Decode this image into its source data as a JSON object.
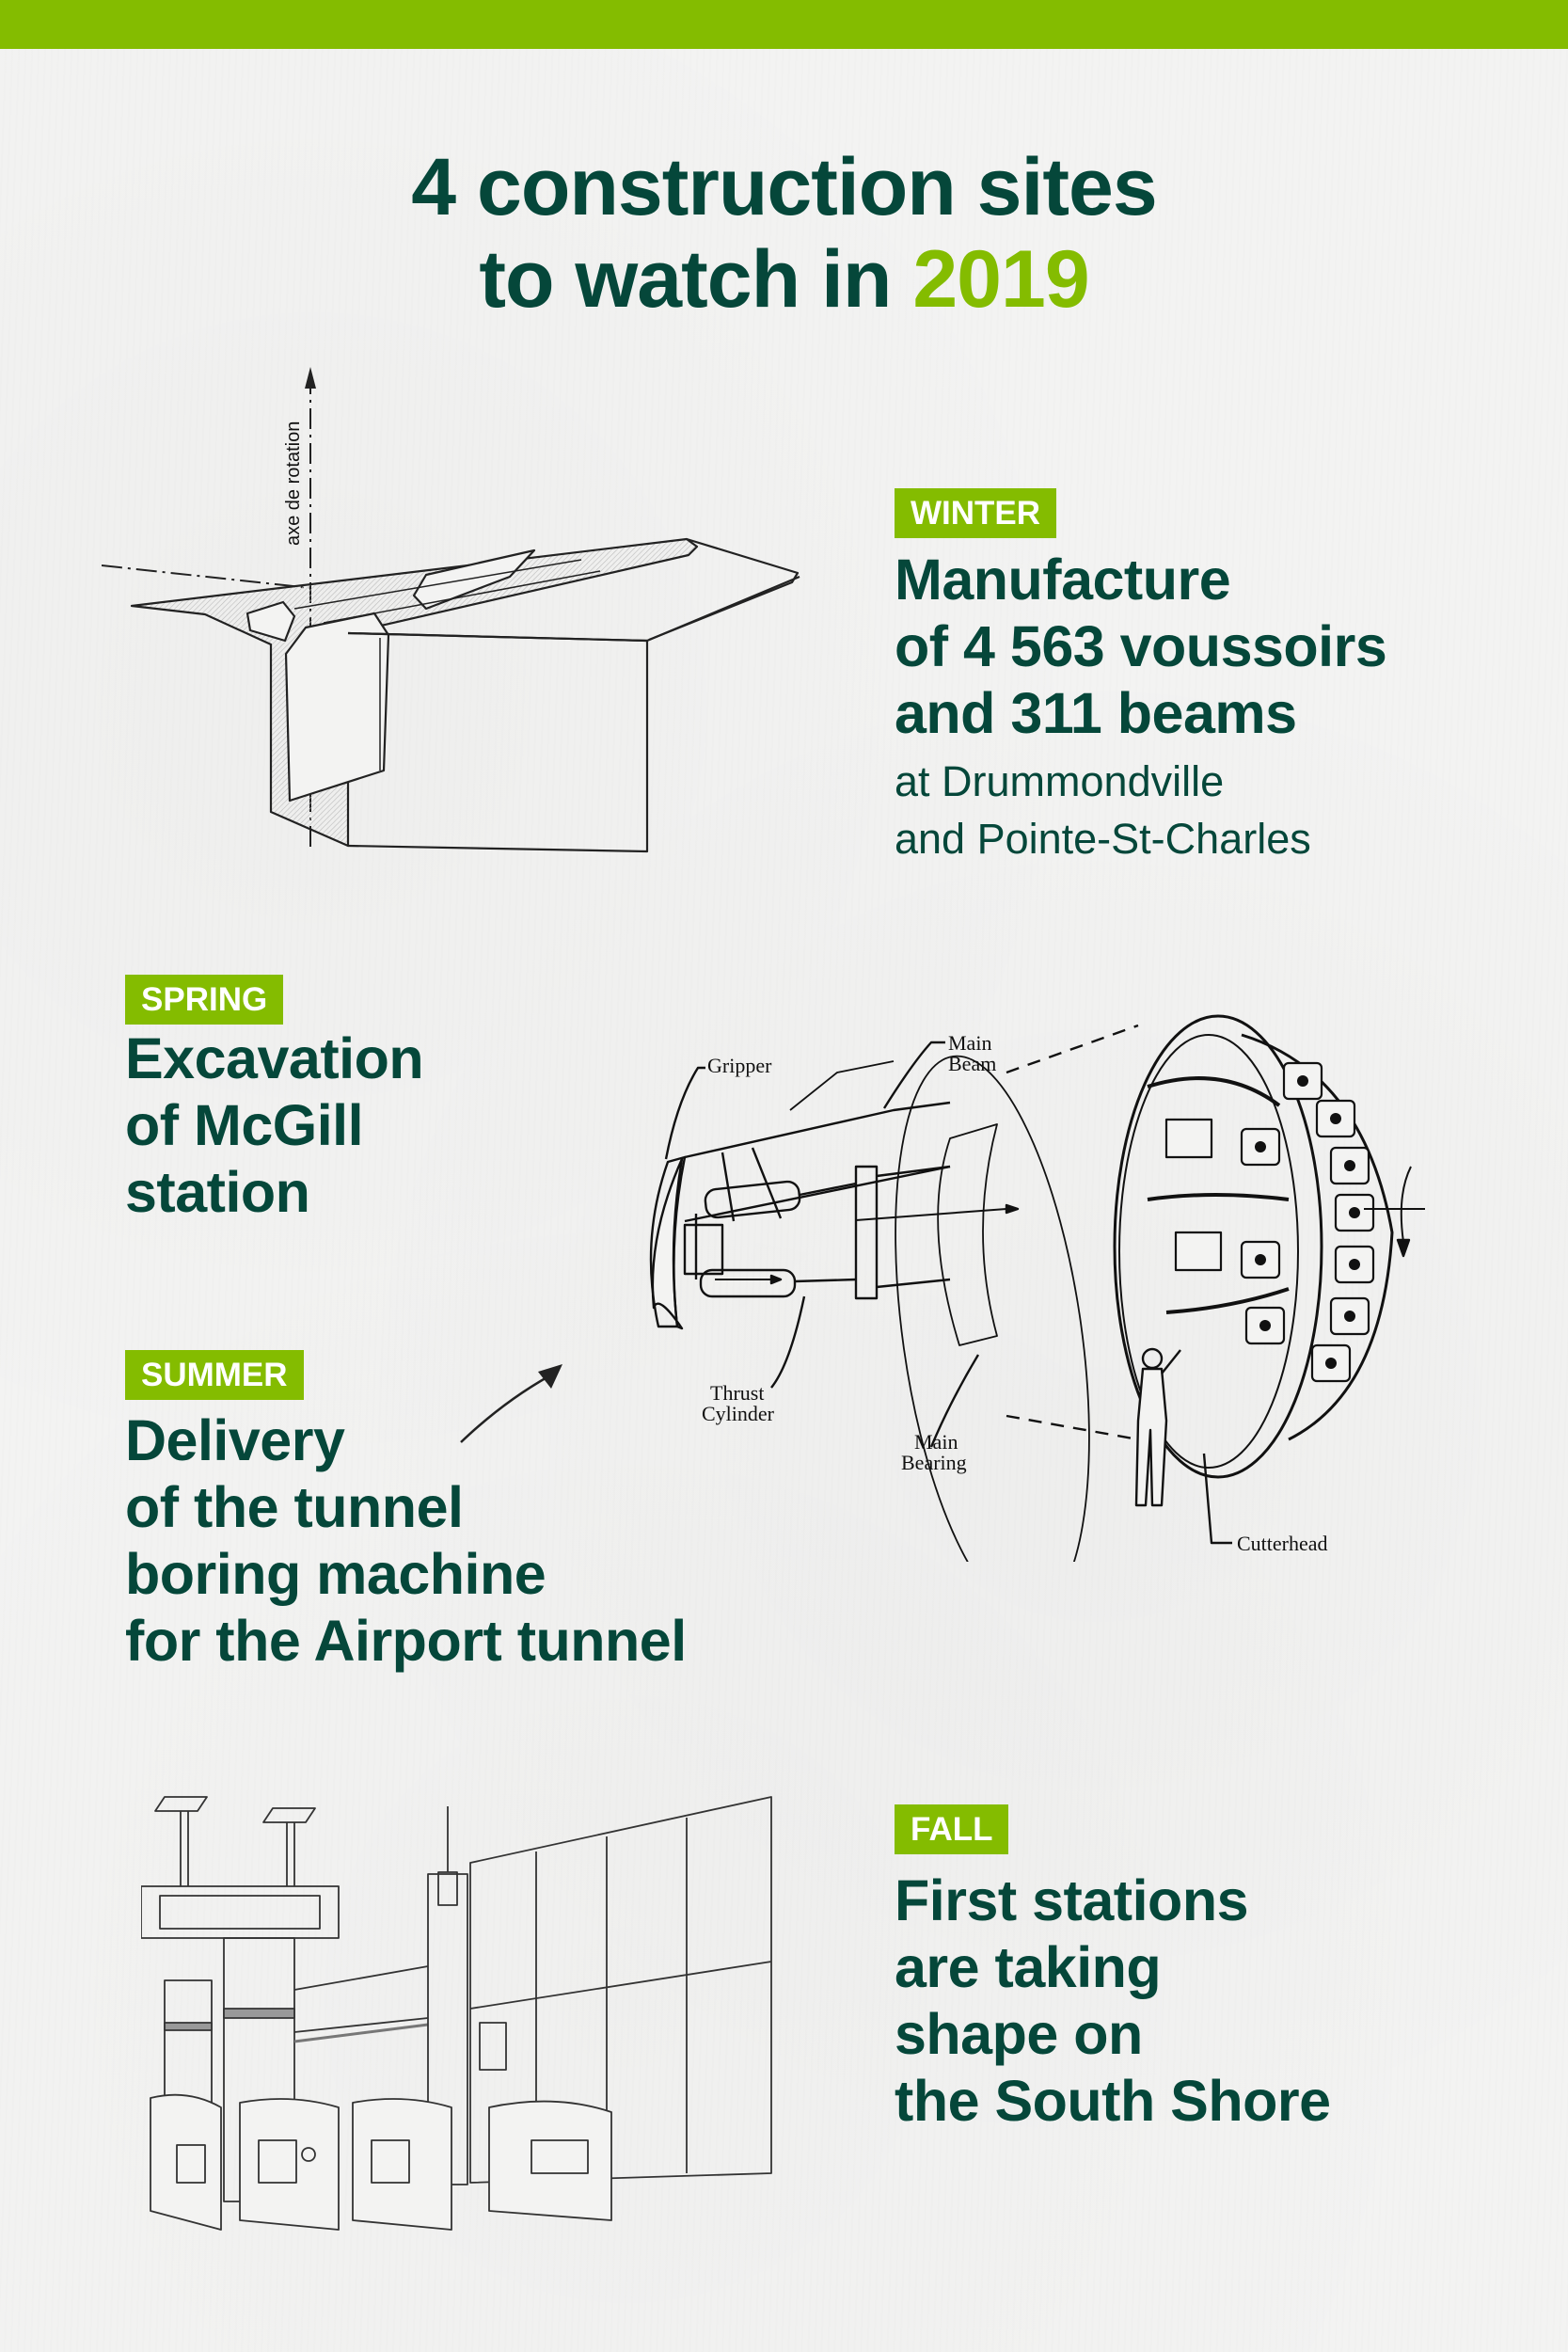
{
  "colors": {
    "brand_green": "#84bc00",
    "dark_green": "#05473a",
    "paper": "#f3f3f2"
  },
  "title": {
    "line1": "4 construction sites",
    "line2_prefix": "to watch in",
    "line2_year": "2019"
  },
  "sections": [
    {
      "season": "WINTER",
      "headline": [
        "Manufacture",
        "of 4 563 voussoirs",
        "and 311 beams"
      ],
      "subline": [
        "at Drummondville",
        "and Pointe-St-Charles"
      ],
      "illustration": {
        "name": "voussoir-cross-section",
        "labels": [
          "axe de rotation"
        ]
      }
    },
    {
      "season": "SPRING",
      "headline": [
        "Excavation",
        "of McGill",
        "station"
      ]
    },
    {
      "season": "SUMMER",
      "headline": [
        "Delivery",
        "of the tunnel",
        "boring machine",
        "for the Airport tunnel"
      ],
      "illustration": {
        "name": "tunnel-boring-machine",
        "labels": [
          "Gripper",
          "Main",
          "Beam",
          "Thrust",
          "Cylinder",
          "Main",
          "Bearing",
          "Cutterhead"
        ]
      }
    },
    {
      "season": "FALL",
      "headline": [
        "First stations",
        "are taking",
        "shape on",
        "the South Shore"
      ],
      "illustration": {
        "name": "station-fare-gates"
      }
    }
  ]
}
